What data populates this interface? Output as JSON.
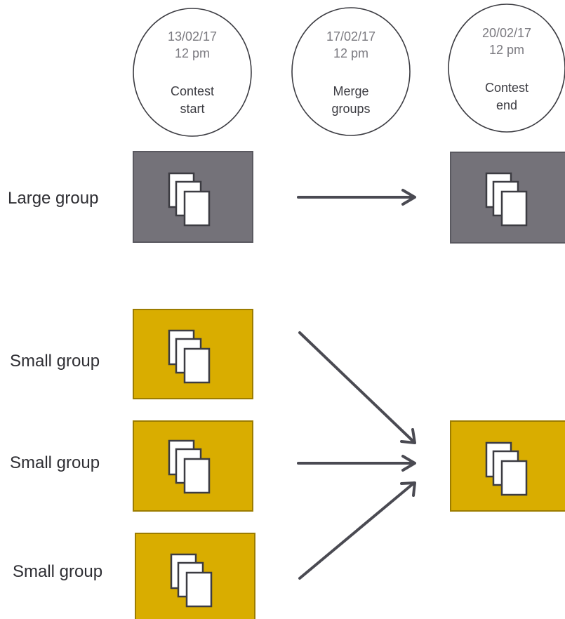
{
  "milestones": [
    {
      "date": "13/02/17",
      "time": "12 pm",
      "label_line1": "Contest",
      "label_line2": "start"
    },
    {
      "date": "17/02/17",
      "time": "12 pm",
      "label_line1": "Merge",
      "label_line2": "groups"
    },
    {
      "date": "20/02/17",
      "time": "12 pm",
      "label_line1": "Contest",
      "label_line2": "end"
    }
  ],
  "groups": [
    {
      "label": "Large group"
    },
    {
      "label": "Small group"
    },
    {
      "label": "Small group"
    },
    {
      "label": "Small group"
    }
  ],
  "icons": {
    "group_box_content": "documents-stack-icon",
    "arrow": "arrow-right-icon"
  },
  "colors": {
    "large_group_fill": "#747279",
    "large_group_border": "#5a5960",
    "small_group_fill": "#d9ad00",
    "small_group_border": "#9c7c00",
    "circle_border": "#3c3c42",
    "arrow": "#4a4a52",
    "document_outline": "#3c3c42"
  }
}
